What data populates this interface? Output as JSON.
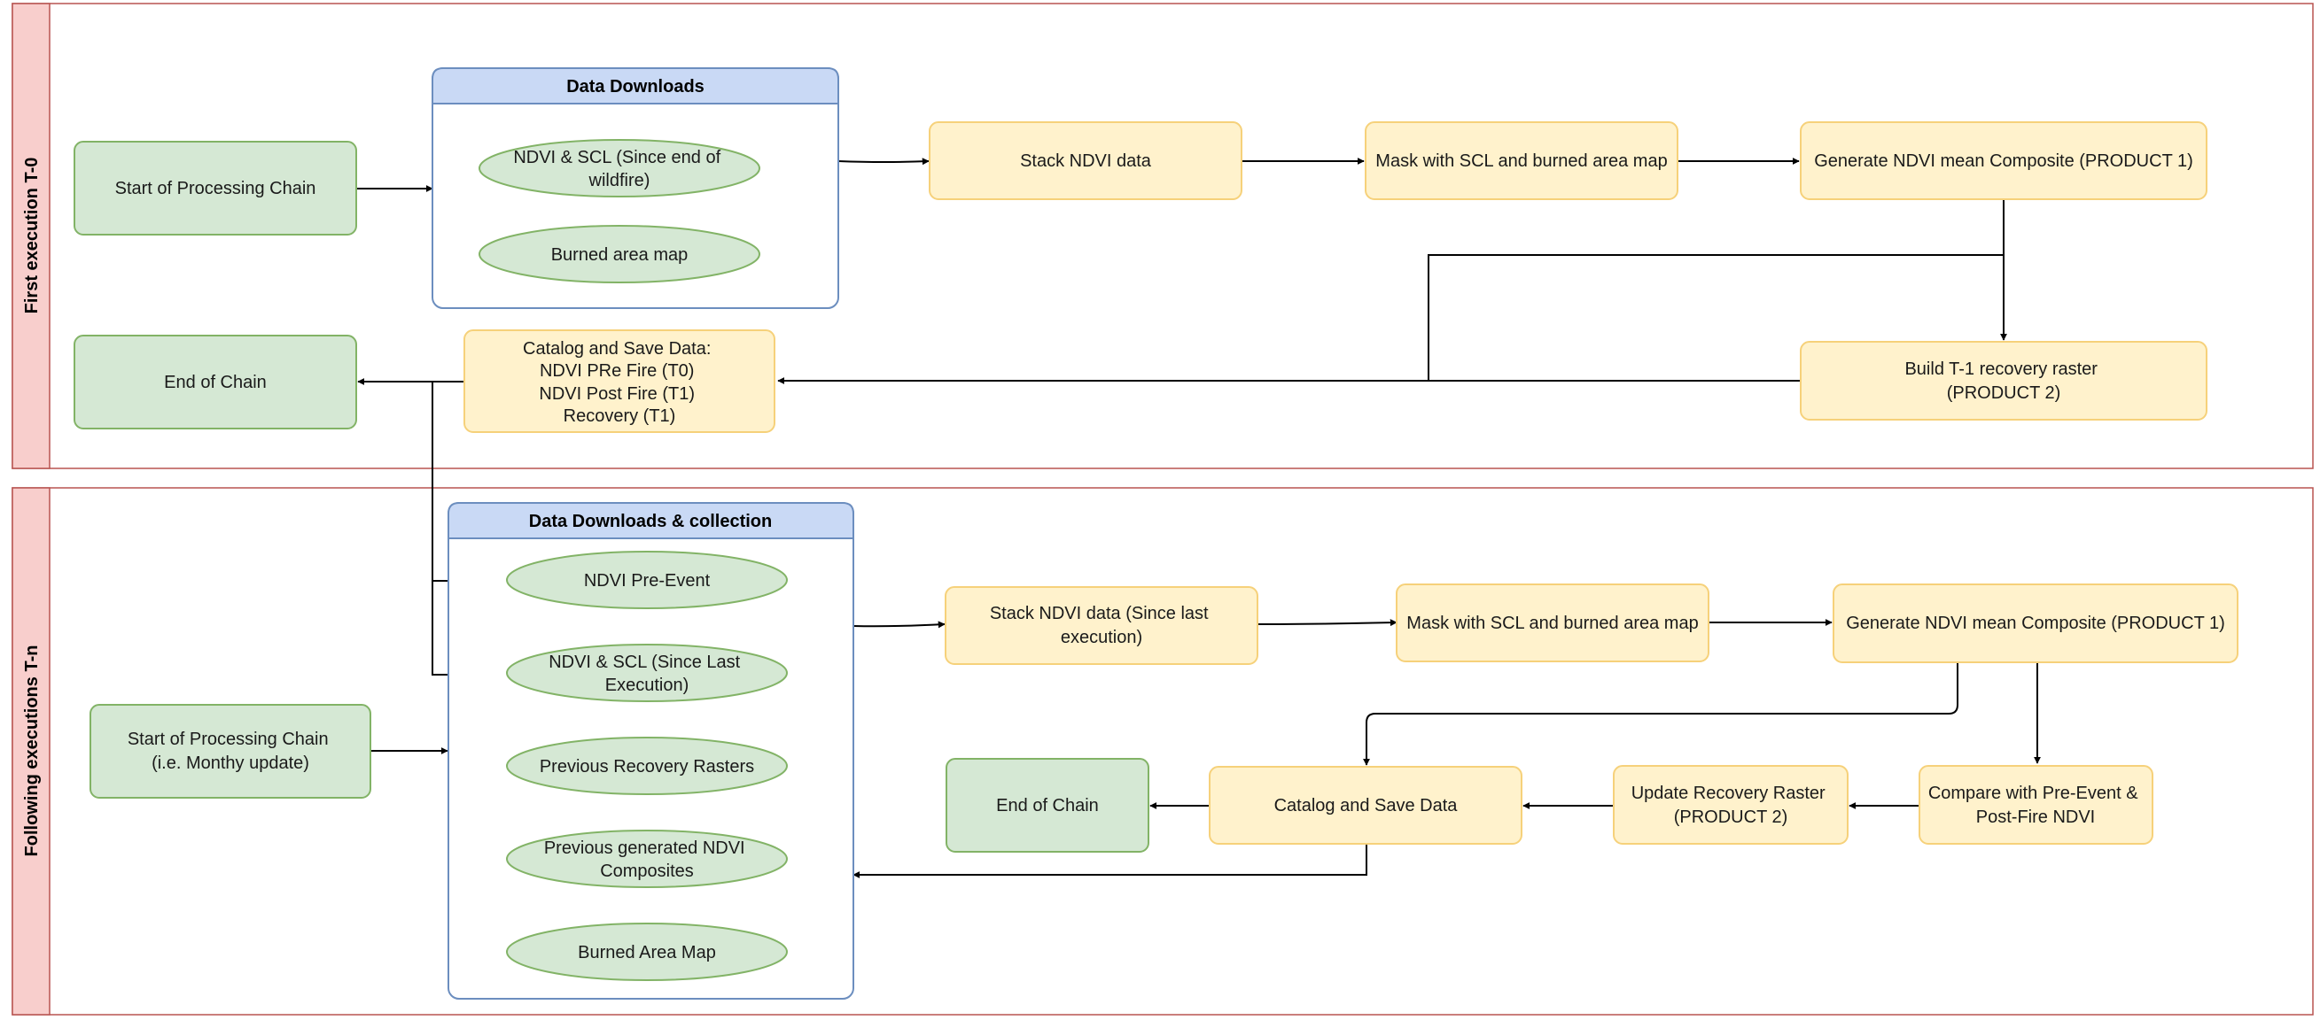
{
  "lanes": {
    "first": "First execution T-0",
    "following": "Following executions T-n"
  },
  "groups": {
    "downloads_t0": "Data Downloads",
    "downloads_tn": "Data Downloads & collection"
  },
  "t0": {
    "start": "Start of Processing Chain",
    "ndvi_scl": [
      "NDVI & SCL (Since end of",
      "wildfire)"
    ],
    "burned": "Burned  area map",
    "stack": "Stack NDVI data",
    "mask": "Mask with SCL and burned area map",
    "composite": "Generate NDVI mean Composite (PRODUCT 1)",
    "build_recovery": [
      "Build T-1 recovery raster",
      "(PRODUCT 2)"
    ],
    "catalog": [
      "Catalog and Save Data:",
      "NDVI PRe Fire (T0)",
      "NDVI Post Fire (T1)",
      "Recovery (T1)"
    ],
    "end": "End of Chain"
  },
  "tn": {
    "start": [
      "Start of Processing Chain",
      "(i.e. Monthy update)"
    ],
    "pre_event": "NDVI Pre-Event",
    "ndvi_scl": [
      "NDVI & SCL (Since Last",
      "Execution)"
    ],
    "prev_recovery": "Previous Recovery Rasters",
    "prev_composites": [
      "Previous generated NDVI",
      "Composites"
    ],
    "burned": "Burned Area Map",
    "stack": [
      "Stack NDVI data (Since last",
      "execution)"
    ],
    "mask": "Mask with SCL and burned area map",
    "composite": "Generate NDVI mean Composite (PRODUCT 1)",
    "compare": [
      "Compare with Pre-Event &",
      "Post-Fire NDVI"
    ],
    "update": [
      "Update Recovery Raster",
      "(PRODUCT 2)"
    ],
    "catalog": "Catalog and Save Data",
    "end": "End of Chain"
  }
}
